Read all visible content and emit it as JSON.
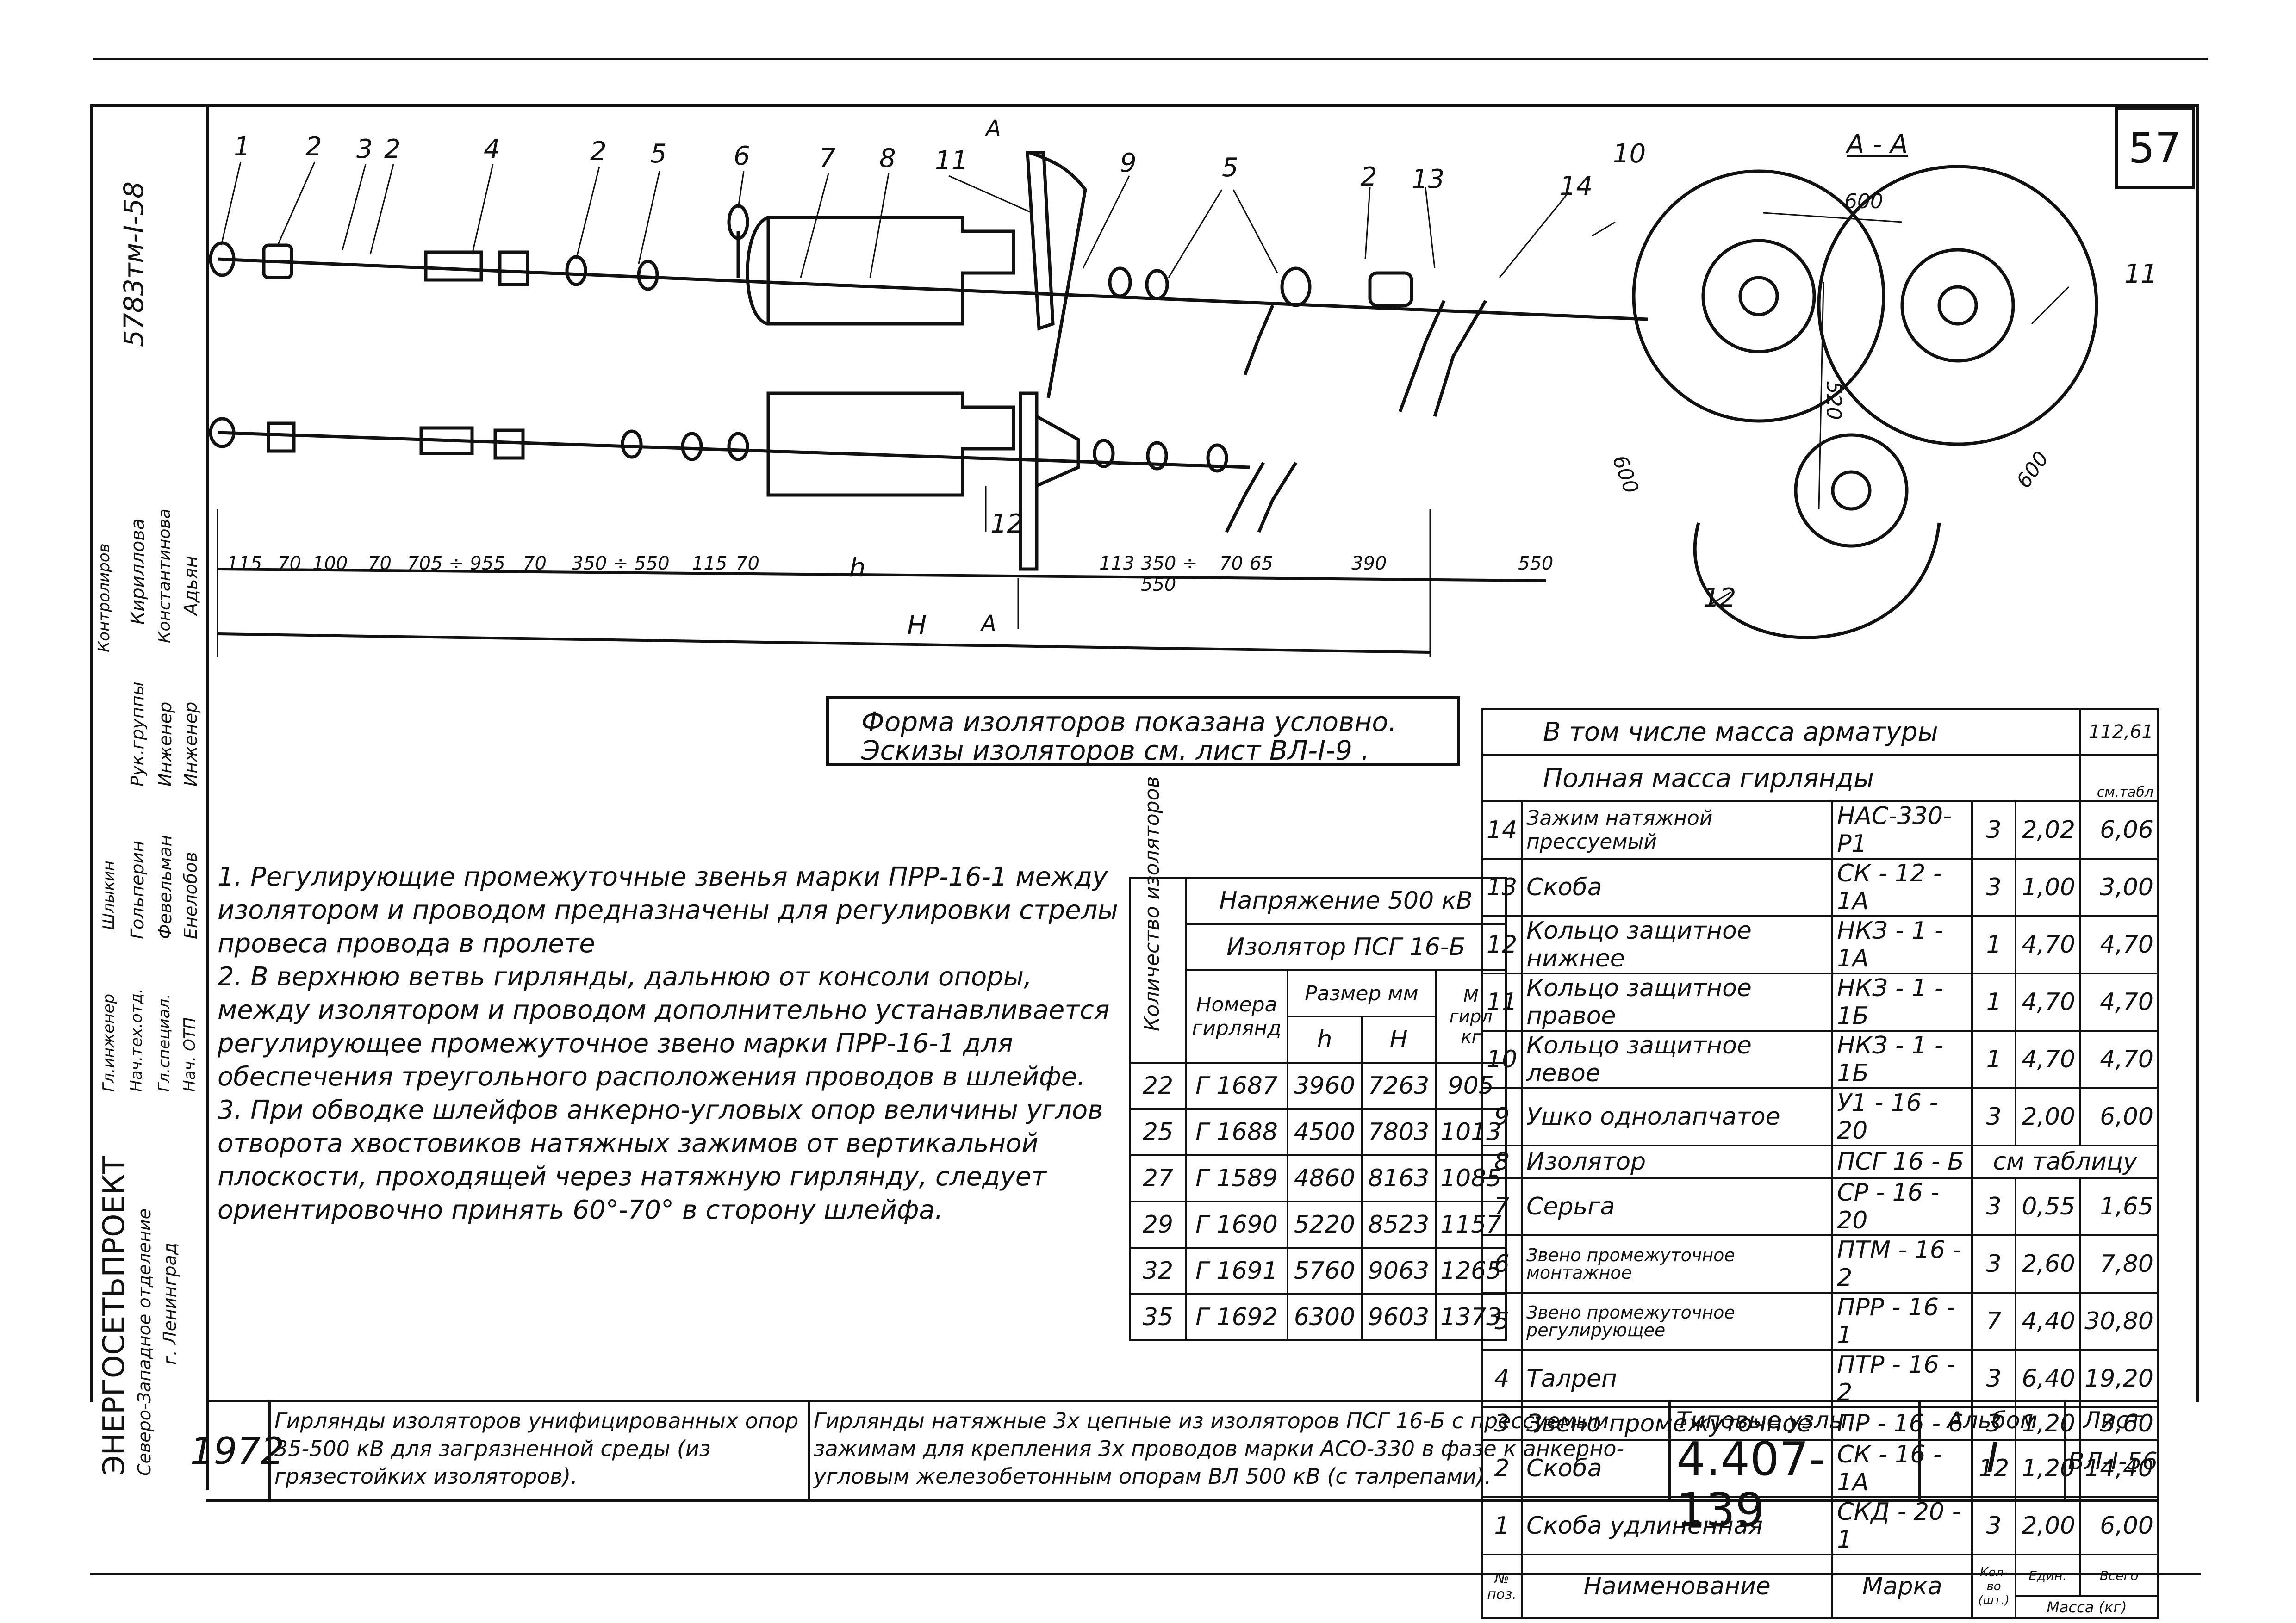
{
  "sheet_number": "57",
  "archive_code": "5783тм-I-58",
  "callouts_top": [
    "1",
    "2",
    "3",
    "2",
    "4",
    "2",
    "5",
    "6",
    "7",
    "8",
    "11",
    "9",
    "5",
    "2",
    "13",
    "14"
  ],
  "callout_lower": "12",
  "section": {
    "label": "А - А",
    "cut_marker": "А",
    "ring_labels": [
      "10",
      "11",
      "12"
    ],
    "dims": [
      "600",
      "520",
      "600",
      "600"
    ]
  },
  "dimensions": {
    "row": [
      "115",
      "70",
      "100",
      "70",
      "705 ÷ 955",
      "70",
      "350 ÷ 550",
      "115",
      "70",
      "h",
      "113",
      "350 ÷ 550",
      "70",
      "65",
      "390",
      "550"
    ],
    "total": "H"
  },
  "box_note": {
    "line1": "Форма изоляторов показана условно.",
    "line2": "Эскизы изоляторов см. лист ВЛ-I-9 ."
  },
  "notes": [
    "1. Регулирующие промежуточные звенья марки ПРР-16-1 между изолятором и проводом предназначены для регулировки стрелы провеса провода в пролете",
    "2. В верхнюю ветвь гирлянды, дальнюю от консоли опоры, между изолятором и проводом дополнительно устанавливается регулирующее промежуточное звено марки ПРР-16-1 для обеспечения треугольного расположения проводов в шлейфе.",
    "3. При обводке шлейфов анкерно-угловых опор величины углов отворота хвостовиков натяжных зажимов от вертикальной плоскости, проходящей через натяжную гирлянду, следует ориентировочно принять 60°-70° в сторону шлейфа."
  ],
  "garland_table": {
    "col_count_label": "Количество изоляторов",
    "voltage": "Напряжение 500 кВ",
    "insulator": "Изолятор ПСГ 16-Б",
    "h_numbers": "Номера гирлянд",
    "h_size": "Размер мм",
    "h_h": "h",
    "h_H": "H",
    "h_mass": "М гирл кг",
    "rows": [
      {
        "n": "22",
        "code": "Г 1687",
        "h": "3960",
        "H": "7263",
        "m": "905"
      },
      {
        "n": "25",
        "code": "Г 1688",
        "h": "4500",
        "H": "7803",
        "m": "1013"
      },
      {
        "n": "27",
        "code": "Г 1589",
        "h": "4860",
        "H": "8163",
        "m": "1085"
      },
      {
        "n": "29",
        "code": "Г 1690",
        "h": "5220",
        "H": "8523",
        "m": "1157"
      },
      {
        "n": "32",
        "code": "Г 1691",
        "h": "5760",
        "H": "9063",
        "m": "1265"
      },
      {
        "n": "35",
        "code": "Г 1692",
        "h": "6300",
        "H": "9603",
        "m": "1373"
      }
    ]
  },
  "spec_table": {
    "fittings_mass_label": "В том числе масса арматуры",
    "fittings_mass_value": "112,61",
    "total_mass_label": "Полная масса гирлянды",
    "total_mass_value": "см.табл",
    "rows": [
      {
        "pos": "14",
        "name": "Зажим натяжной прессуемый",
        "mark": "НАС-330-Р1",
        "qty": "3",
        "unit": "2,02",
        "total": "6,06"
      },
      {
        "pos": "13",
        "name": "Скоба",
        "mark": "СК - 12 - 1А",
        "qty": "3",
        "unit": "1,00",
        "total": "3,00"
      },
      {
        "pos": "12",
        "name": "Кольцо защитное нижнее",
        "mark": "НКЗ - 1 - 1А",
        "qty": "1",
        "unit": "4,70",
        "total": "4,70"
      },
      {
        "pos": "11",
        "name": "Кольцо защитное правое",
        "mark": "НКЗ - 1 - 1Б",
        "qty": "1",
        "unit": "4,70",
        "total": "4,70"
      },
      {
        "pos": "10",
        "name": "Кольцо защитное левое",
        "mark": "НКЗ - 1 - 1Б",
        "qty": "1",
        "unit": "4,70",
        "total": "4,70"
      },
      {
        "pos": "9",
        "name": "Ушко однолапчатое",
        "mark": "У1 - 16 - 20",
        "qty": "3",
        "unit": "2,00",
        "total": "6,00"
      },
      {
        "pos": "8",
        "name": "Изолятор",
        "mark": "ПСГ 16 - Б",
        "merged": "см таблицу"
      },
      {
        "pos": "7",
        "name": "Серьга",
        "mark": "СР - 16 - 20",
        "qty": "3",
        "unit": "0,55",
        "total": "1,65"
      },
      {
        "pos": "6",
        "name": "Звено промежуточное монтажное",
        "mark": "ПТМ - 16 - 2",
        "qty": "3",
        "unit": "2,60",
        "total": "7,80"
      },
      {
        "pos": "5",
        "name": "Звено промежуточное регулирующее",
        "mark": "ПРР - 16 - 1",
        "qty": "7",
        "unit": "4,40",
        "total": "30,80"
      },
      {
        "pos": "4",
        "name": "Талреп",
        "mark": "ПТР - 16 - 2",
        "qty": "3",
        "unit": "6,40",
        "total": "19,20"
      },
      {
        "pos": "3",
        "name": "Звено промежуточное",
        "mark": "ПР - 16 - 6",
        "qty": "3",
        "unit": "1,20",
        "total": "3,60"
      },
      {
        "pos": "2",
        "name": "Скоба",
        "mark": "СК - 16 - 1А",
        "qty": "12",
        "unit": "1,20",
        "total": "14,40"
      },
      {
        "pos": "1",
        "name": "Скоба удлиненная",
        "mark": "СКД - 20 - 1",
        "qty": "3",
        "unit": "2,00",
        "total": "6,00"
      }
    ],
    "footer": {
      "pos": "№ поз.",
      "name": "Наименование",
      "mark": "Марка",
      "qty": "Кол-во (шт.)",
      "unit": "Един.",
      "total": "Всего",
      "mass": "Масса (кг)"
    }
  },
  "side_stamp": {
    "roles": [
      "Гл.инженер",
      "Нач.тех.отд.",
      "Гл.специал.",
      "Нач. ОТП",
      "Рук.группы",
      "Инженер",
      "Инженер"
    ],
    "names": [
      "Шлыкин",
      "Гольперин",
      "Февельман",
      "Енелобов",
      "Кириллова",
      "Константинова",
      "Адьян"
    ],
    "org": "ЭНЕРГОСЕТЬПРОЕКТ",
    "branch": "Северо-Западное отделение",
    "city": "г. Ленинград",
    "approval": "Контролиров"
  },
  "title_block": {
    "year": "1972",
    "album_title": "Гирлянды изоляторов унифицированных опор 35-500 кВ для загрязненной среды (из грязестойких изоляторов).",
    "sheet_title": "Гирлянды натяжные 3х цепные из изоляторов ПСГ 16-Б с прессуемым зажимам для крепления 3х проводов марки АСО-330 в фазе к анкерно-угловым железобетонным опорам ВЛ 500 кВ (с талрепами).",
    "series_label": "Типовые узлы",
    "series": "4.407-139",
    "album_label": "Альбом",
    "album": "I",
    "sheet_label": "Лист",
    "sheet": "ВЛ-I-56"
  }
}
